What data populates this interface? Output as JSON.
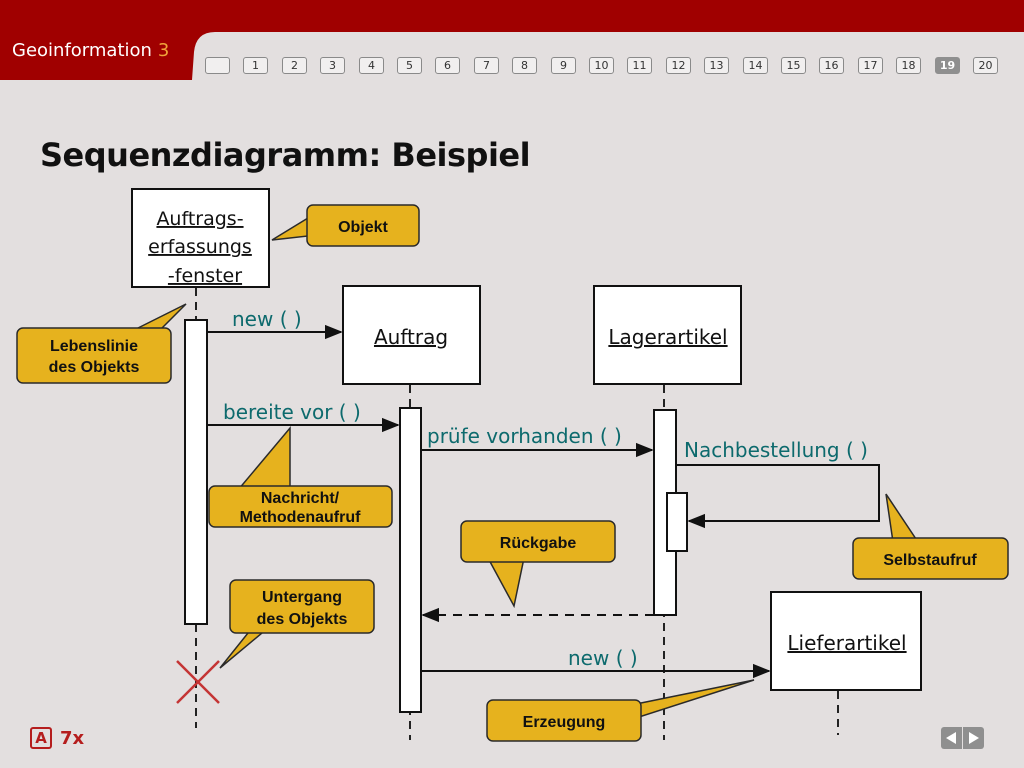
{
  "header": {
    "app_title": "Geoinformation",
    "app_title_number": "3",
    "pages": [
      "",
      "1",
      "2",
      "3",
      "4",
      "5",
      "6",
      "7",
      "8",
      "9",
      "10",
      "11",
      "12",
      "13",
      "14",
      "15",
      "16",
      "17",
      "18",
      "19",
      "20"
    ],
    "current_page": "19"
  },
  "slide": {
    "title": "Sequenzdiagramm: Beispiel"
  },
  "diagram": {
    "objects": {
      "auftragserfassung": [
        "Auftrags-",
        "erfassungs",
        "-fenster"
      ],
      "auftrag": "Auftrag",
      "lagerartikel": "Lagerartikel",
      "lieferartikel": "Lieferartikel"
    },
    "messages": {
      "new1": "new ( )",
      "bereite_vor": "bereite vor ( )",
      "pruefe_vorhanden": "prüfe vorhanden ( )",
      "nachbestellung": "Nachbestellung ( )",
      "new2": "new ( )"
    },
    "callouts": {
      "objekt": "Objekt",
      "lebenslinie": [
        "Lebenslinie",
        "des Objekts"
      ],
      "nachricht": [
        "Nachricht/",
        "Methodenaufruf"
      ],
      "rueckgabe": "Rückgabe",
      "selbstaufruf": "Selbstaufruf",
      "untergang": [
        "Untergang",
        "des Objekts"
      ],
      "erzeugung": "Erzeugung"
    }
  },
  "footer": {
    "badge": "A",
    "count": "7x"
  },
  "colors": {
    "header_red": "#a00000",
    "message_teal": "#0d6a6d",
    "callout_fill": "#e6b21e",
    "callout_stroke": "#2a2a2a",
    "destroy_red": "#c43434",
    "background": "#e3dfdf"
  }
}
